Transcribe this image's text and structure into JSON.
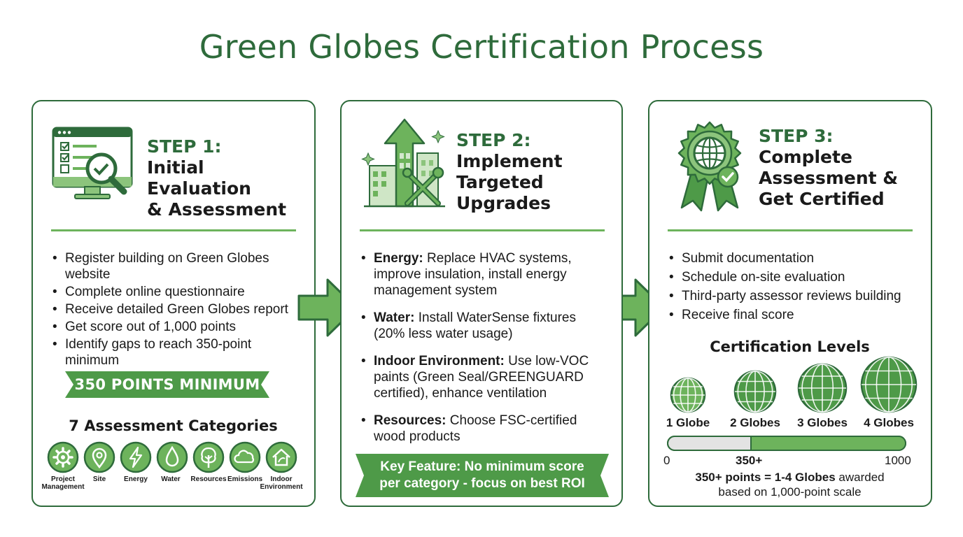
{
  "title": "Green Globes Certification Process",
  "step1": {
    "number": "STEP 1:",
    "title_line1": "Initial Evaluation",
    "title_line2": "& Assessment",
    "bullets": [
      "Register building on Green Globes website",
      "Complete online questionnaire",
      "Receive detailed Green Globes report",
      "Get score out of 1,000 points",
      "Identify gaps to reach 350-point minimum"
    ],
    "banner": "350 POINTS MINIMUM",
    "categories_title": "7 Assessment Categories",
    "categories": [
      {
        "label": "Project Management",
        "icon": "gear-icon"
      },
      {
        "label": "Site",
        "icon": "location-pin-icon"
      },
      {
        "label": "Energy",
        "icon": "lightning-icon"
      },
      {
        "label": "Water",
        "icon": "water-drop-icon"
      },
      {
        "label": "Resources",
        "icon": "tree-icon"
      },
      {
        "label": "Emissions",
        "icon": "cloud-icon"
      },
      {
        "label": "Indoor Environment",
        "icon": "house-icon"
      }
    ]
  },
  "step2": {
    "number": "STEP 2:",
    "title_line1": "Implement",
    "title_line2": "Targeted",
    "title_line3": "Upgrades",
    "bullets": [
      {
        "label": "Energy:",
        "text": " Replace HVAC systems, improve insulation, install energy management system"
      },
      {
        "label": "Water:",
        "text": " Install WaterSense fixtures (20% less water usage)"
      },
      {
        "label": "Indoor Environment:",
        "text": " Use low-VOC paints (Green Seal/GREENGUARD certified), enhance ventilation"
      },
      {
        "label": "Resources:",
        "text": " Choose FSC-certified wood products"
      }
    ],
    "banner_line1": "Key Feature: No minimum score",
    "banner_line2": "per category - focus on best ROI"
  },
  "step3": {
    "number": "STEP 3:",
    "title_line1": "Complete",
    "title_line2": "Assessment &",
    "title_line3": "Get Certified",
    "bullets": [
      "Submit documentation",
      "Schedule on-site evaluation",
      "Third-party assessor reviews building",
      "Receive final score"
    ],
    "levels_title": "Certification Levels",
    "levels": [
      "1 Globe",
      "2 Globes",
      "3 Globes",
      "4 Globes"
    ],
    "scale": {
      "min_label": "0",
      "threshold_label": "350+",
      "max_label": "1000",
      "min": 0,
      "threshold": 350,
      "max": 1000
    },
    "note_bold": "350+ points = 1-4 Globes",
    "note_rest": " awarded",
    "note_line2": "based on 1,000-point scale"
  },
  "colors": {
    "dark_green": "#2e6b3b",
    "mid_green": "#4e9a48",
    "light_green": "#6db35c",
    "pale_green": "#d7ebcf",
    "bar_empty": "#e3e3e3"
  }
}
